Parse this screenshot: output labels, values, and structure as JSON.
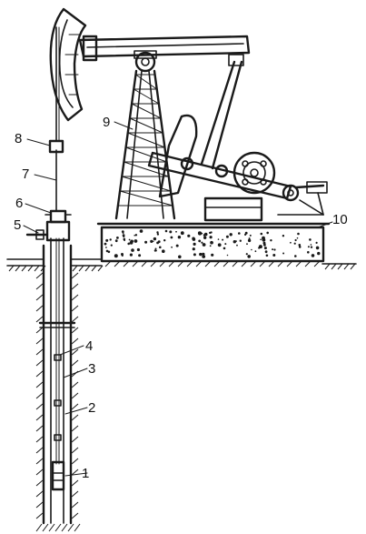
{
  "diagram": {
    "callouts": [
      {
        "id": "c1",
        "text": "1"
      },
      {
        "id": "c2",
        "text": "2"
      },
      {
        "id": "c3",
        "text": "3"
      },
      {
        "id": "c4",
        "text": "4"
      },
      {
        "id": "c5",
        "text": "5"
      },
      {
        "id": "c6",
        "text": "6"
      },
      {
        "id": "c7",
        "text": "7"
      },
      {
        "id": "c8",
        "text": "8"
      },
      {
        "id": "c9",
        "text": "9"
      },
      {
        "id": "c10",
        "text": "10"
      }
    ],
    "colors": {
      "ink": "#1a1a1a",
      "background": "#ffffff"
    }
  }
}
